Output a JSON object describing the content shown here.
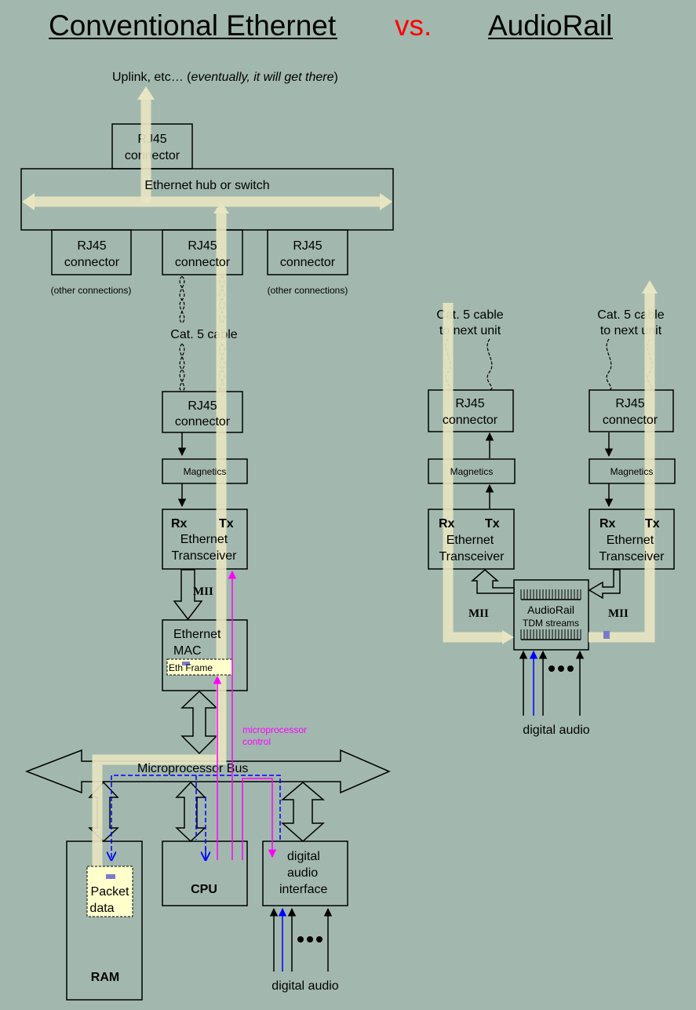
{
  "titles": {
    "left": "Conventional Ethernet",
    "vs": "vs.",
    "right": "AudioRail",
    "vs_color": "#ff0000"
  },
  "uplink": {
    "prefix": "Uplink, etc… (",
    "italic": "eventually, it will get there",
    "suffix": ")"
  },
  "rj45": {
    "line1": "RJ45",
    "line2": "connector"
  },
  "hub_label": "Ethernet hub or switch",
  "other_connections": "(other connections)",
  "cat5": "Cat. 5 cable",
  "cat5_next": {
    "line1": "Cat. 5 cable",
    "line2": "to next unit"
  },
  "magnetics": "Magnetics",
  "transceiver": {
    "rx": "Rx",
    "tx": "Tx",
    "line1": "Ethernet",
    "line2": "Transceiver"
  },
  "mii": "MII",
  "mac": {
    "line1": "Ethernet",
    "line2": "MAC"
  },
  "eth_frame": "Eth Frame",
  "micro_control": {
    "line1": "microprocessor",
    "line2": "control"
  },
  "bus_label": "Microprocessor Bus",
  "packet_data": {
    "line1": "Packet",
    "line2": "data"
  },
  "ram": "RAM",
  "cpu": "CPU",
  "dai": {
    "line1": "digital",
    "line2": "audio",
    "line3": "interface"
  },
  "digital_audio": "digital audio",
  "audiorail": {
    "line1": "AudioRail",
    "line2": "TDM streams"
  },
  "colors": {
    "background": "#a2b8ae",
    "data_path": "#e8e6c2",
    "control": "#ff00ff",
    "audio_stream": "#0000ff",
    "label_box": "#ffffcc"
  }
}
